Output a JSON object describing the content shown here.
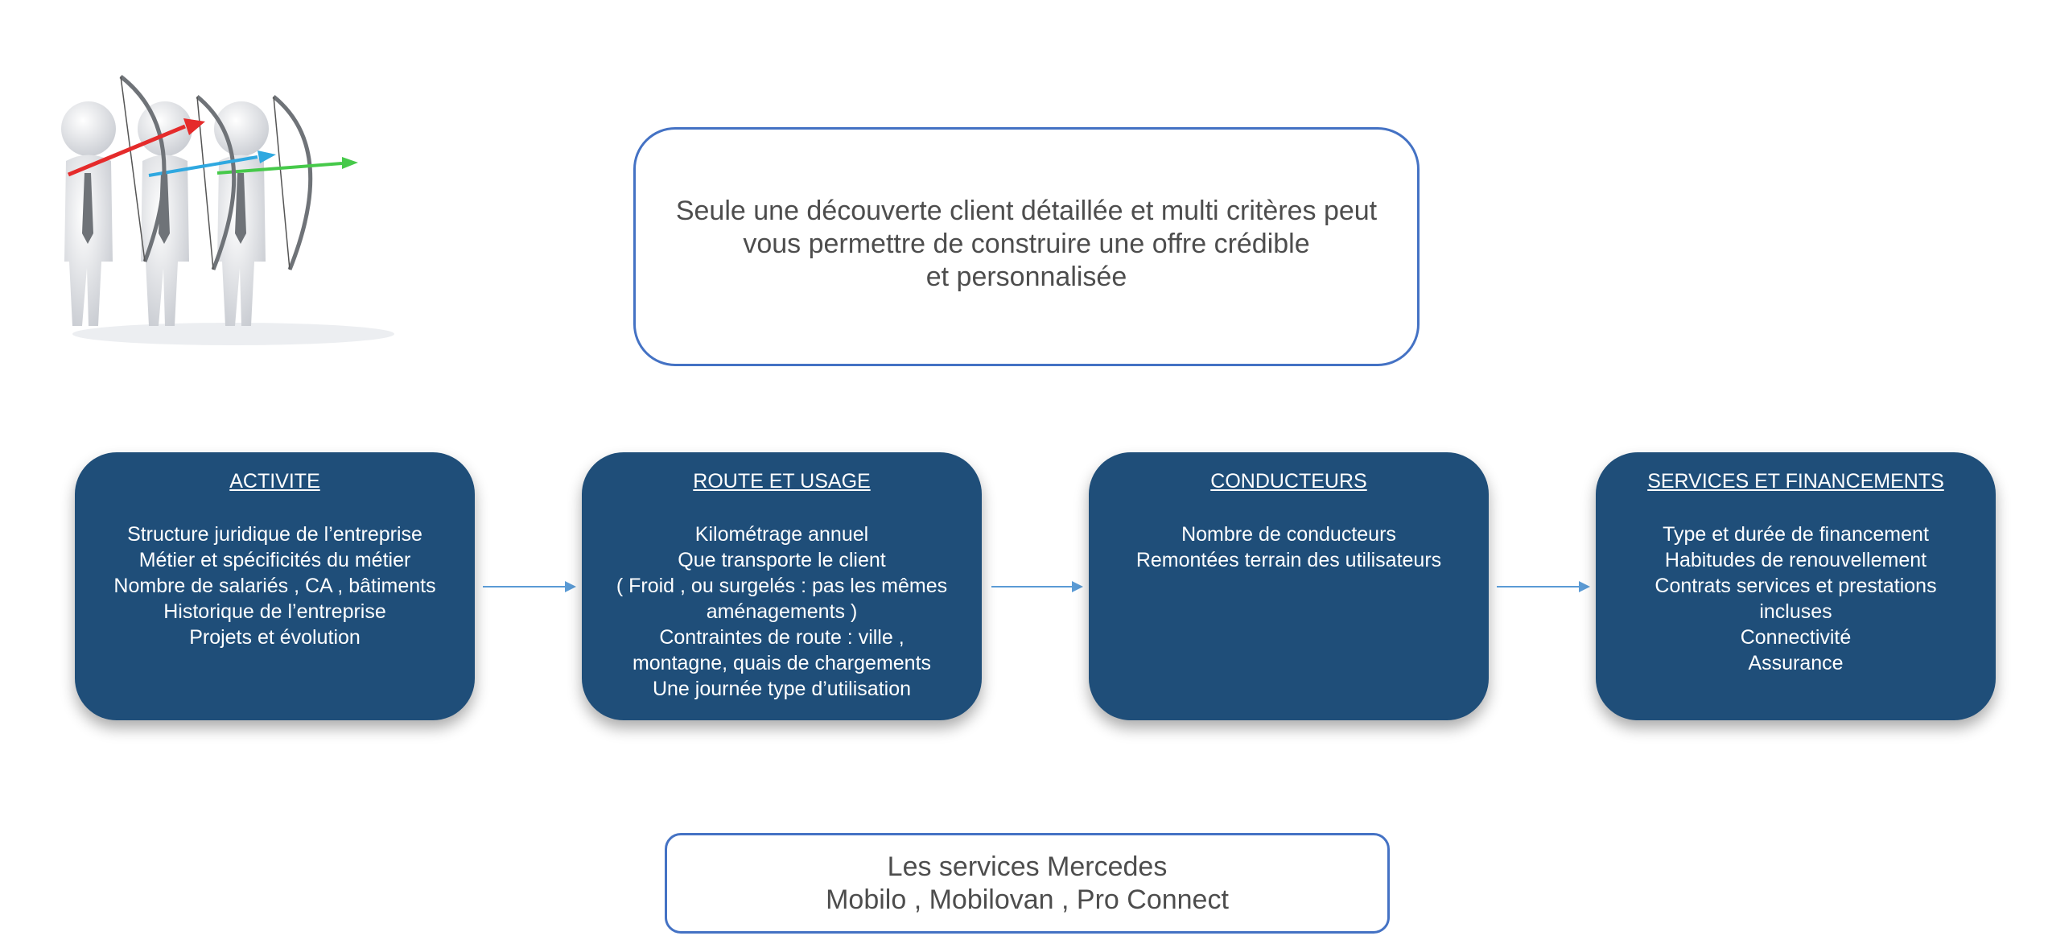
{
  "headline": {
    "lines": [
      "Seule une découverte client détaillée et multi critères peut",
      "vous permettre de construire une offre crédible",
      "et personnalisée"
    ]
  },
  "cards": [
    {
      "title": "ACTIVITE",
      "lines": [
        "Structure juridique de l’entreprise",
        "Métier et spécificités du métier",
        "Nombre de salariés , CA , bâtiments",
        "Historique de l’entreprise",
        "Projets et évolution"
      ]
    },
    {
      "title": "ROUTE ET USAGE",
      "lines": [
        "Kilométrage annuel",
        "Que transporte le client",
        "( Froid , ou surgelés : pas les mêmes",
        "aménagements )",
        "Contraintes de route : ville ,",
        "montagne, quais de chargements",
        "Une journée type d’utilisation"
      ]
    },
    {
      "title": "CONDUCTEURS",
      "lines": [
        "Nombre de conducteurs",
        "Remontées terrain des utilisateurs"
      ]
    },
    {
      "title": "SERVICES ET FINANCEMENTS",
      "lines": [
        "Type et durée de financement",
        "Habitudes de renouvellement",
        "Contrats services et prestations",
        "incluses",
        "Connectivité",
        "Assurance"
      ]
    }
  ],
  "footer": {
    "lines": [
      "Les services Mercedes",
      "Mobilo , Mobilovan , Pro Connect"
    ]
  },
  "colors": {
    "card_fill": "#1f4e79",
    "box_border": "#4472c4",
    "connector": "#5b9bd5",
    "text_gray": "#4d4d4d"
  },
  "icons": {
    "illustration": "archers-illustration",
    "connector": "arrow-right-icon"
  }
}
